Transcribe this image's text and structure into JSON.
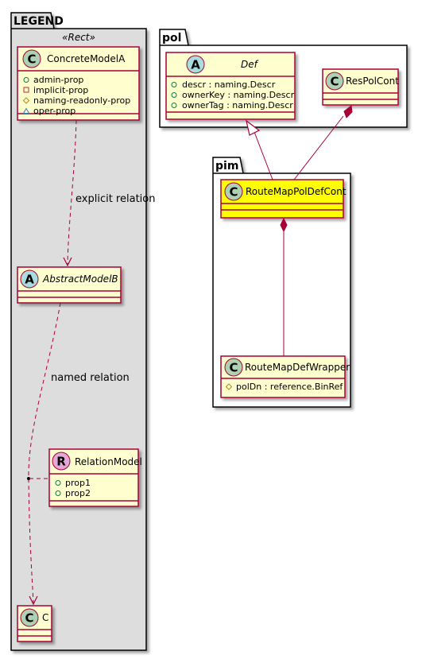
{
  "packages": {
    "legend": {
      "title": "LEGEND",
      "stereotype": "«Rect»"
    },
    "pol": {
      "title": "pol"
    },
    "pim": {
      "title": "pim"
    }
  },
  "classes": {
    "concrete_model_a": {
      "kind": "C",
      "name": "ConcreteModelA",
      "attributes": [
        {
          "visibility": "public",
          "symbol": "○",
          "text": "admin-prop"
        },
        {
          "visibility": "private",
          "symbol": "□",
          "text": "implicit-prop"
        },
        {
          "visibility": "protected",
          "symbol": "◇",
          "text": "naming-readonly-prop"
        },
        {
          "visibility": "package",
          "symbol": "△",
          "text": "oper-prop"
        }
      ]
    },
    "abstract_model_b": {
      "kind": "A",
      "name": "AbstractModelB",
      "attributes": []
    },
    "relation_model": {
      "kind": "R",
      "name": "RelationModel",
      "attributes": [
        {
          "visibility": "public",
          "symbol": "○",
          "text": "prop1"
        },
        {
          "visibility": "public",
          "symbol": "○",
          "text": "prop2"
        }
      ]
    },
    "c": {
      "kind": "C",
      "name": "C",
      "attributes": []
    },
    "def": {
      "kind": "A",
      "name": "Def",
      "attributes": [
        {
          "visibility": "public",
          "symbol": "○",
          "text": "descr : naming.Descr"
        },
        {
          "visibility": "public",
          "symbol": "○",
          "text": "ownerKey : naming.Descr"
        },
        {
          "visibility": "public",
          "symbol": "○",
          "text": "ownerTag : naming.Descr"
        }
      ]
    },
    "res_pol_cont": {
      "kind": "C",
      "name": "ResPolCont",
      "attributes": []
    },
    "route_map_pol_def_cont": {
      "kind": "C",
      "name": "RouteMapPolDefCont",
      "attributes": []
    },
    "route_map_def_wrapper": {
      "kind": "C",
      "name": "RouteMapDefWrapper",
      "attributes": [
        {
          "visibility": "protected",
          "symbol": "◇",
          "text": "polDn : reference.BinRef"
        }
      ]
    }
  },
  "relations": {
    "explicit": {
      "label": "explicit relation"
    },
    "named": {
      "label": "named relation"
    }
  },
  "colors": {
    "class_fill": "#FEFECE",
    "class_border": "#A80036",
    "highlight_fill": "#FFFF00",
    "legend_bg": "#DDDDDD",
    "spot_c": "#ADD1B2",
    "spot_a": "#A9DCDF",
    "spot_r": "#E3A8D8",
    "edge": "#A80036"
  }
}
